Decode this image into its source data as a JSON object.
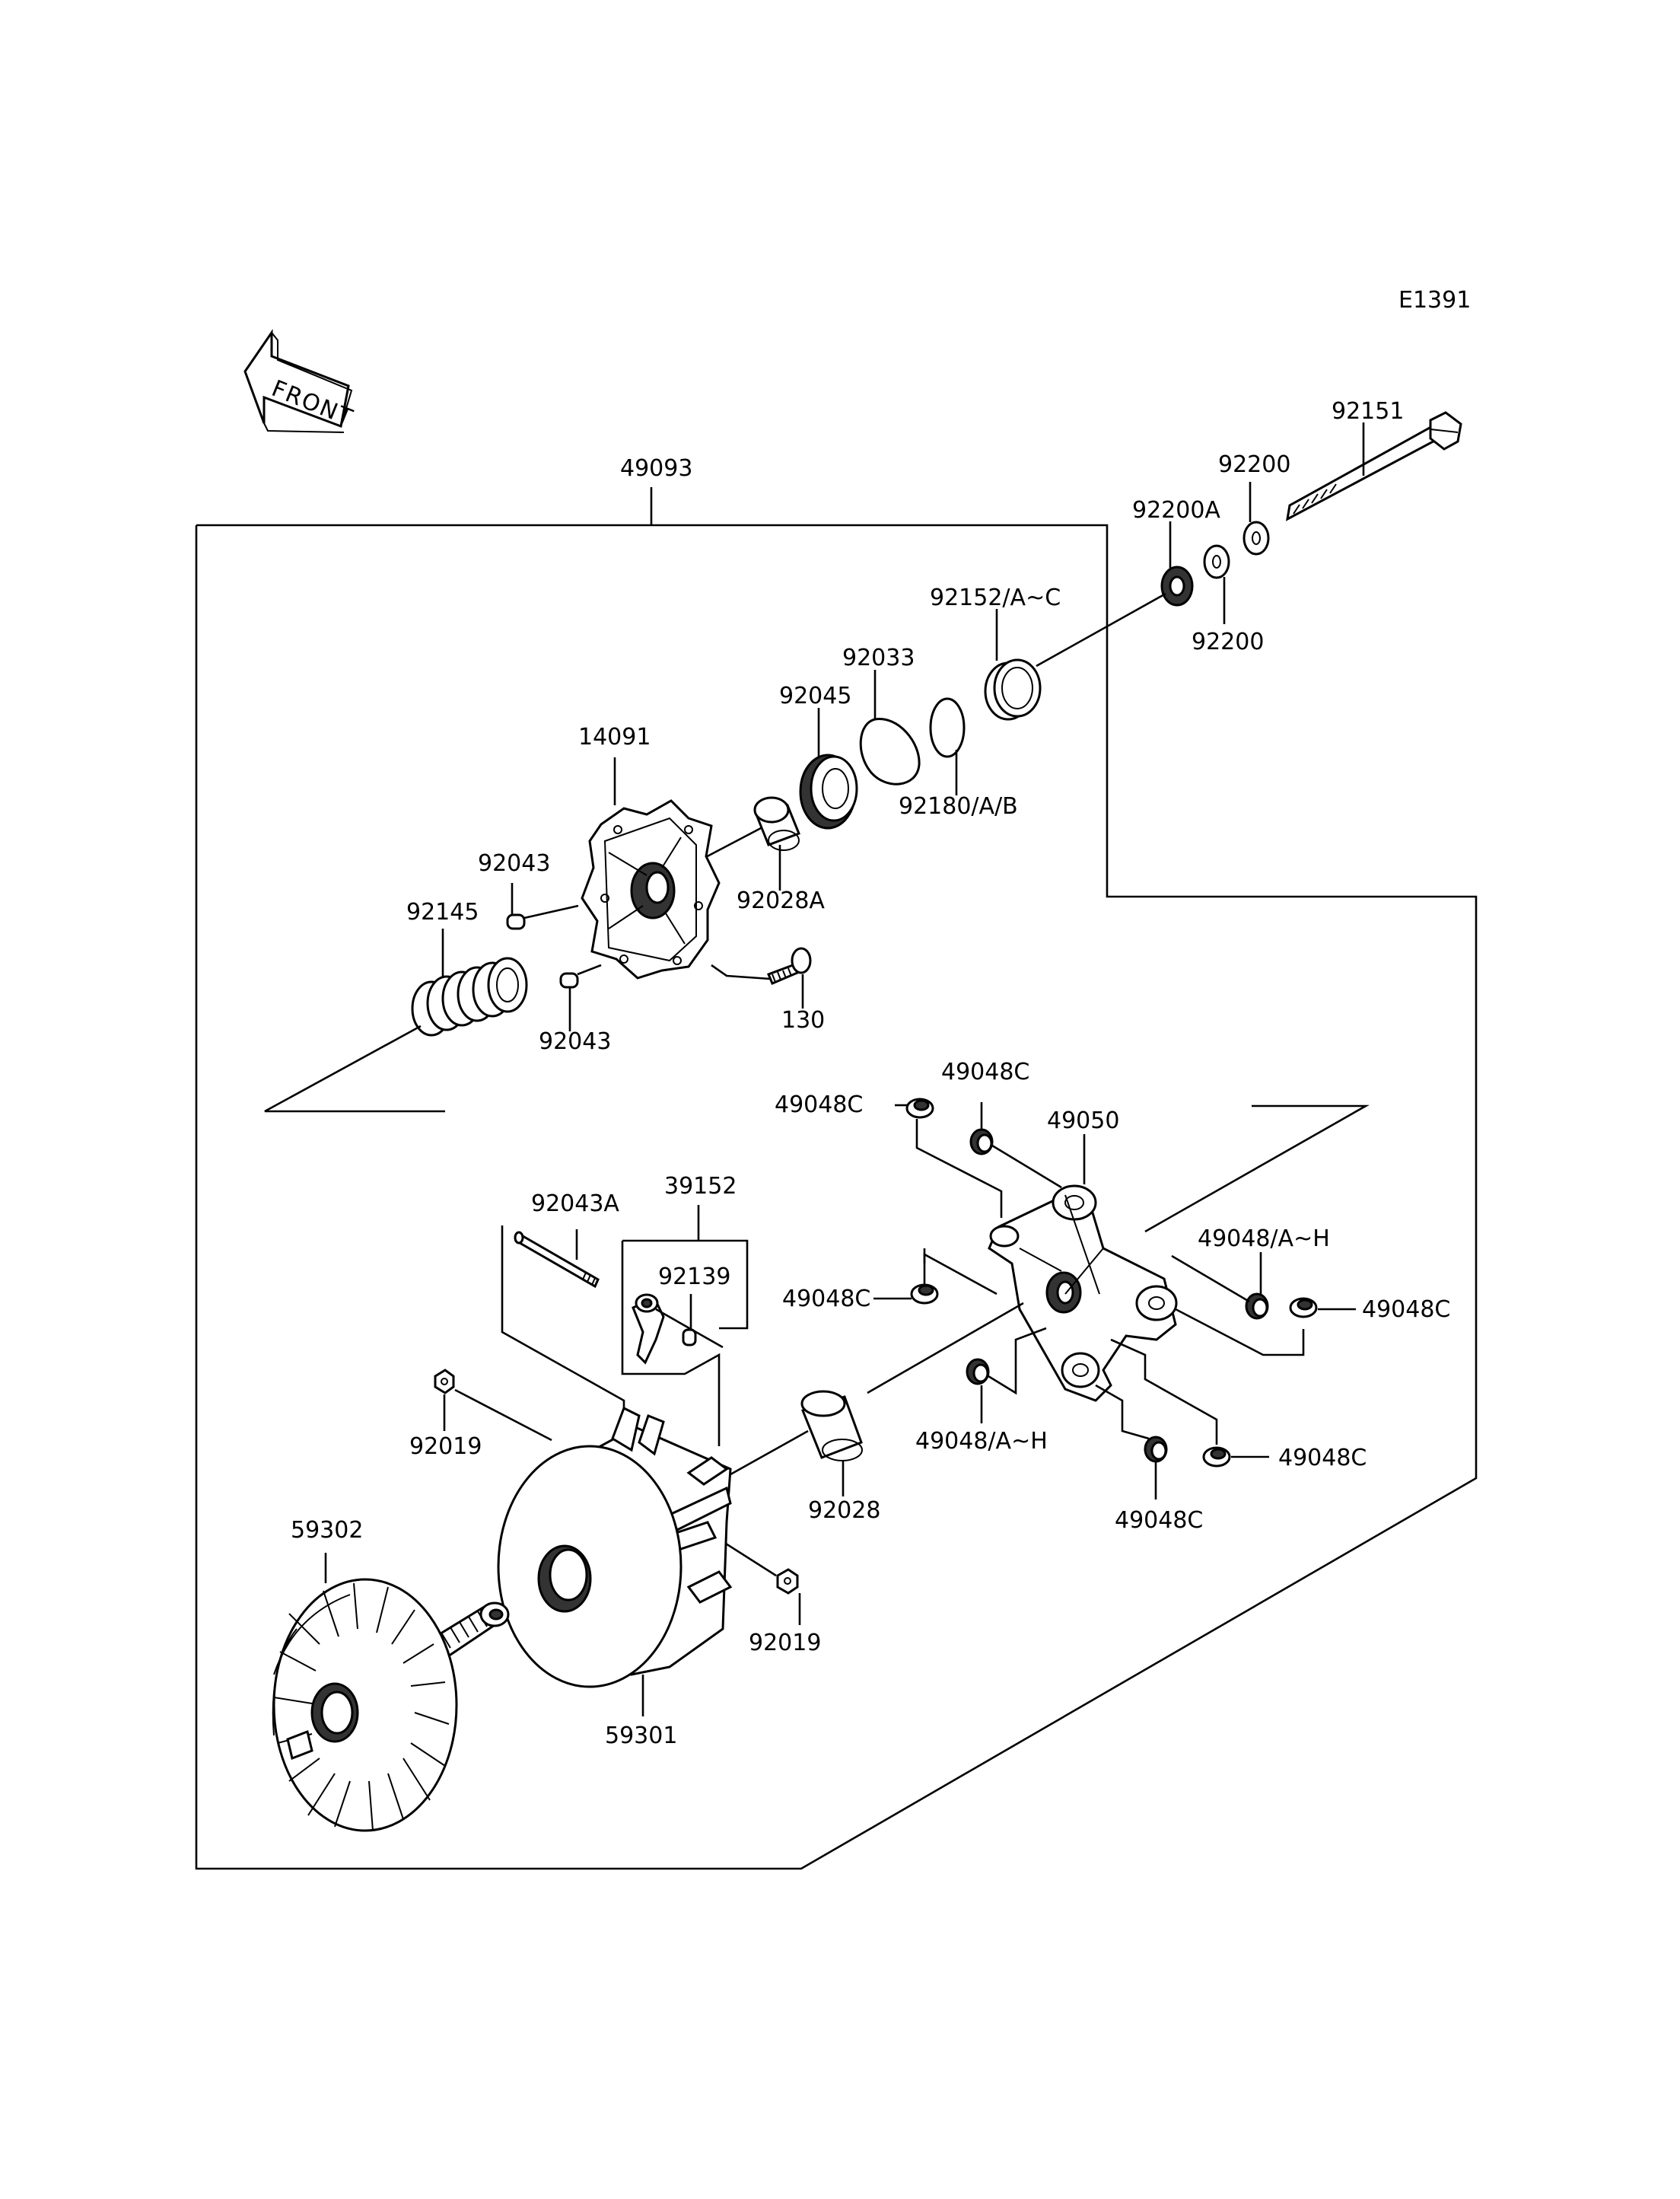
{
  "diagram_code": "E1391",
  "front_label": "FRONT",
  "labels": {
    "p49093": "49093",
    "p92151": "92151",
    "p92200_top": "92200",
    "p92200A": "92200A",
    "p92200_bottom": "92200",
    "p92152": "92152/A~C",
    "p92033": "92033",
    "p92045": "92045",
    "p14091": "14091",
    "p92180": "92180/A/B",
    "p92043_top": "92043",
    "p92028A": "92028A",
    "p92145": "92145",
    "p130": "130",
    "p92043_bottom": "92043",
    "p49048C_1": "49048C",
    "p49048C_2": "49048C",
    "p49050": "49050",
    "p92043A": "92043A",
    "p39152": "39152",
    "p49048AH_right": "49048/A~H",
    "p92139": "92139",
    "p49048C_3": "49048C",
    "p49048C_4": "49048C",
    "p92019_left": "92019",
    "p49048AH_center": "49048/A~H",
    "p49048C_5": "49048C",
    "p92028": "92028",
    "p49048C_6": "49048C",
    "p59302": "59302",
    "p92019_right": "92019",
    "p59301": "59301"
  }
}
